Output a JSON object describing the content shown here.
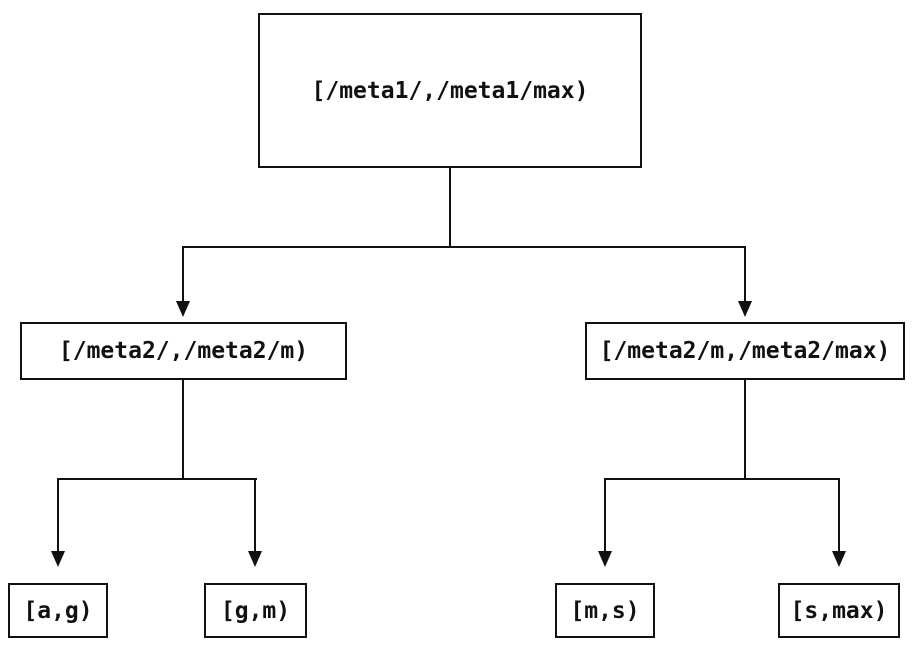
{
  "diagram": {
    "type": "tree",
    "colors": {
      "background": "#ffffff",
      "line": "#111111",
      "text": "#111111",
      "node_fill": "#ffffff"
    },
    "nodes": {
      "root": {
        "label": "[/meta1/,/meta1/max)"
      },
      "level2_left": {
        "label": "[/meta2/,/meta2/m)"
      },
      "level2_right": {
        "label": "[/meta2/m,/meta2/max)"
      },
      "leaf_ag": {
        "label": "[a,g)"
      },
      "leaf_gm": {
        "label": "[g,m)"
      },
      "leaf_ms": {
        "label": "[m,s)"
      },
      "leaf_smax": {
        "label": "[s,max)"
      }
    },
    "edges": [
      {
        "from": "root",
        "to": "level2_left"
      },
      {
        "from": "root",
        "to": "level2_right"
      },
      {
        "from": "level2_left",
        "to": "leaf_ag"
      },
      {
        "from": "level2_left",
        "to": "leaf_gm"
      },
      {
        "from": "level2_right",
        "to": "leaf_ms"
      },
      {
        "from": "level2_right",
        "to": "leaf_smax"
      }
    ]
  }
}
